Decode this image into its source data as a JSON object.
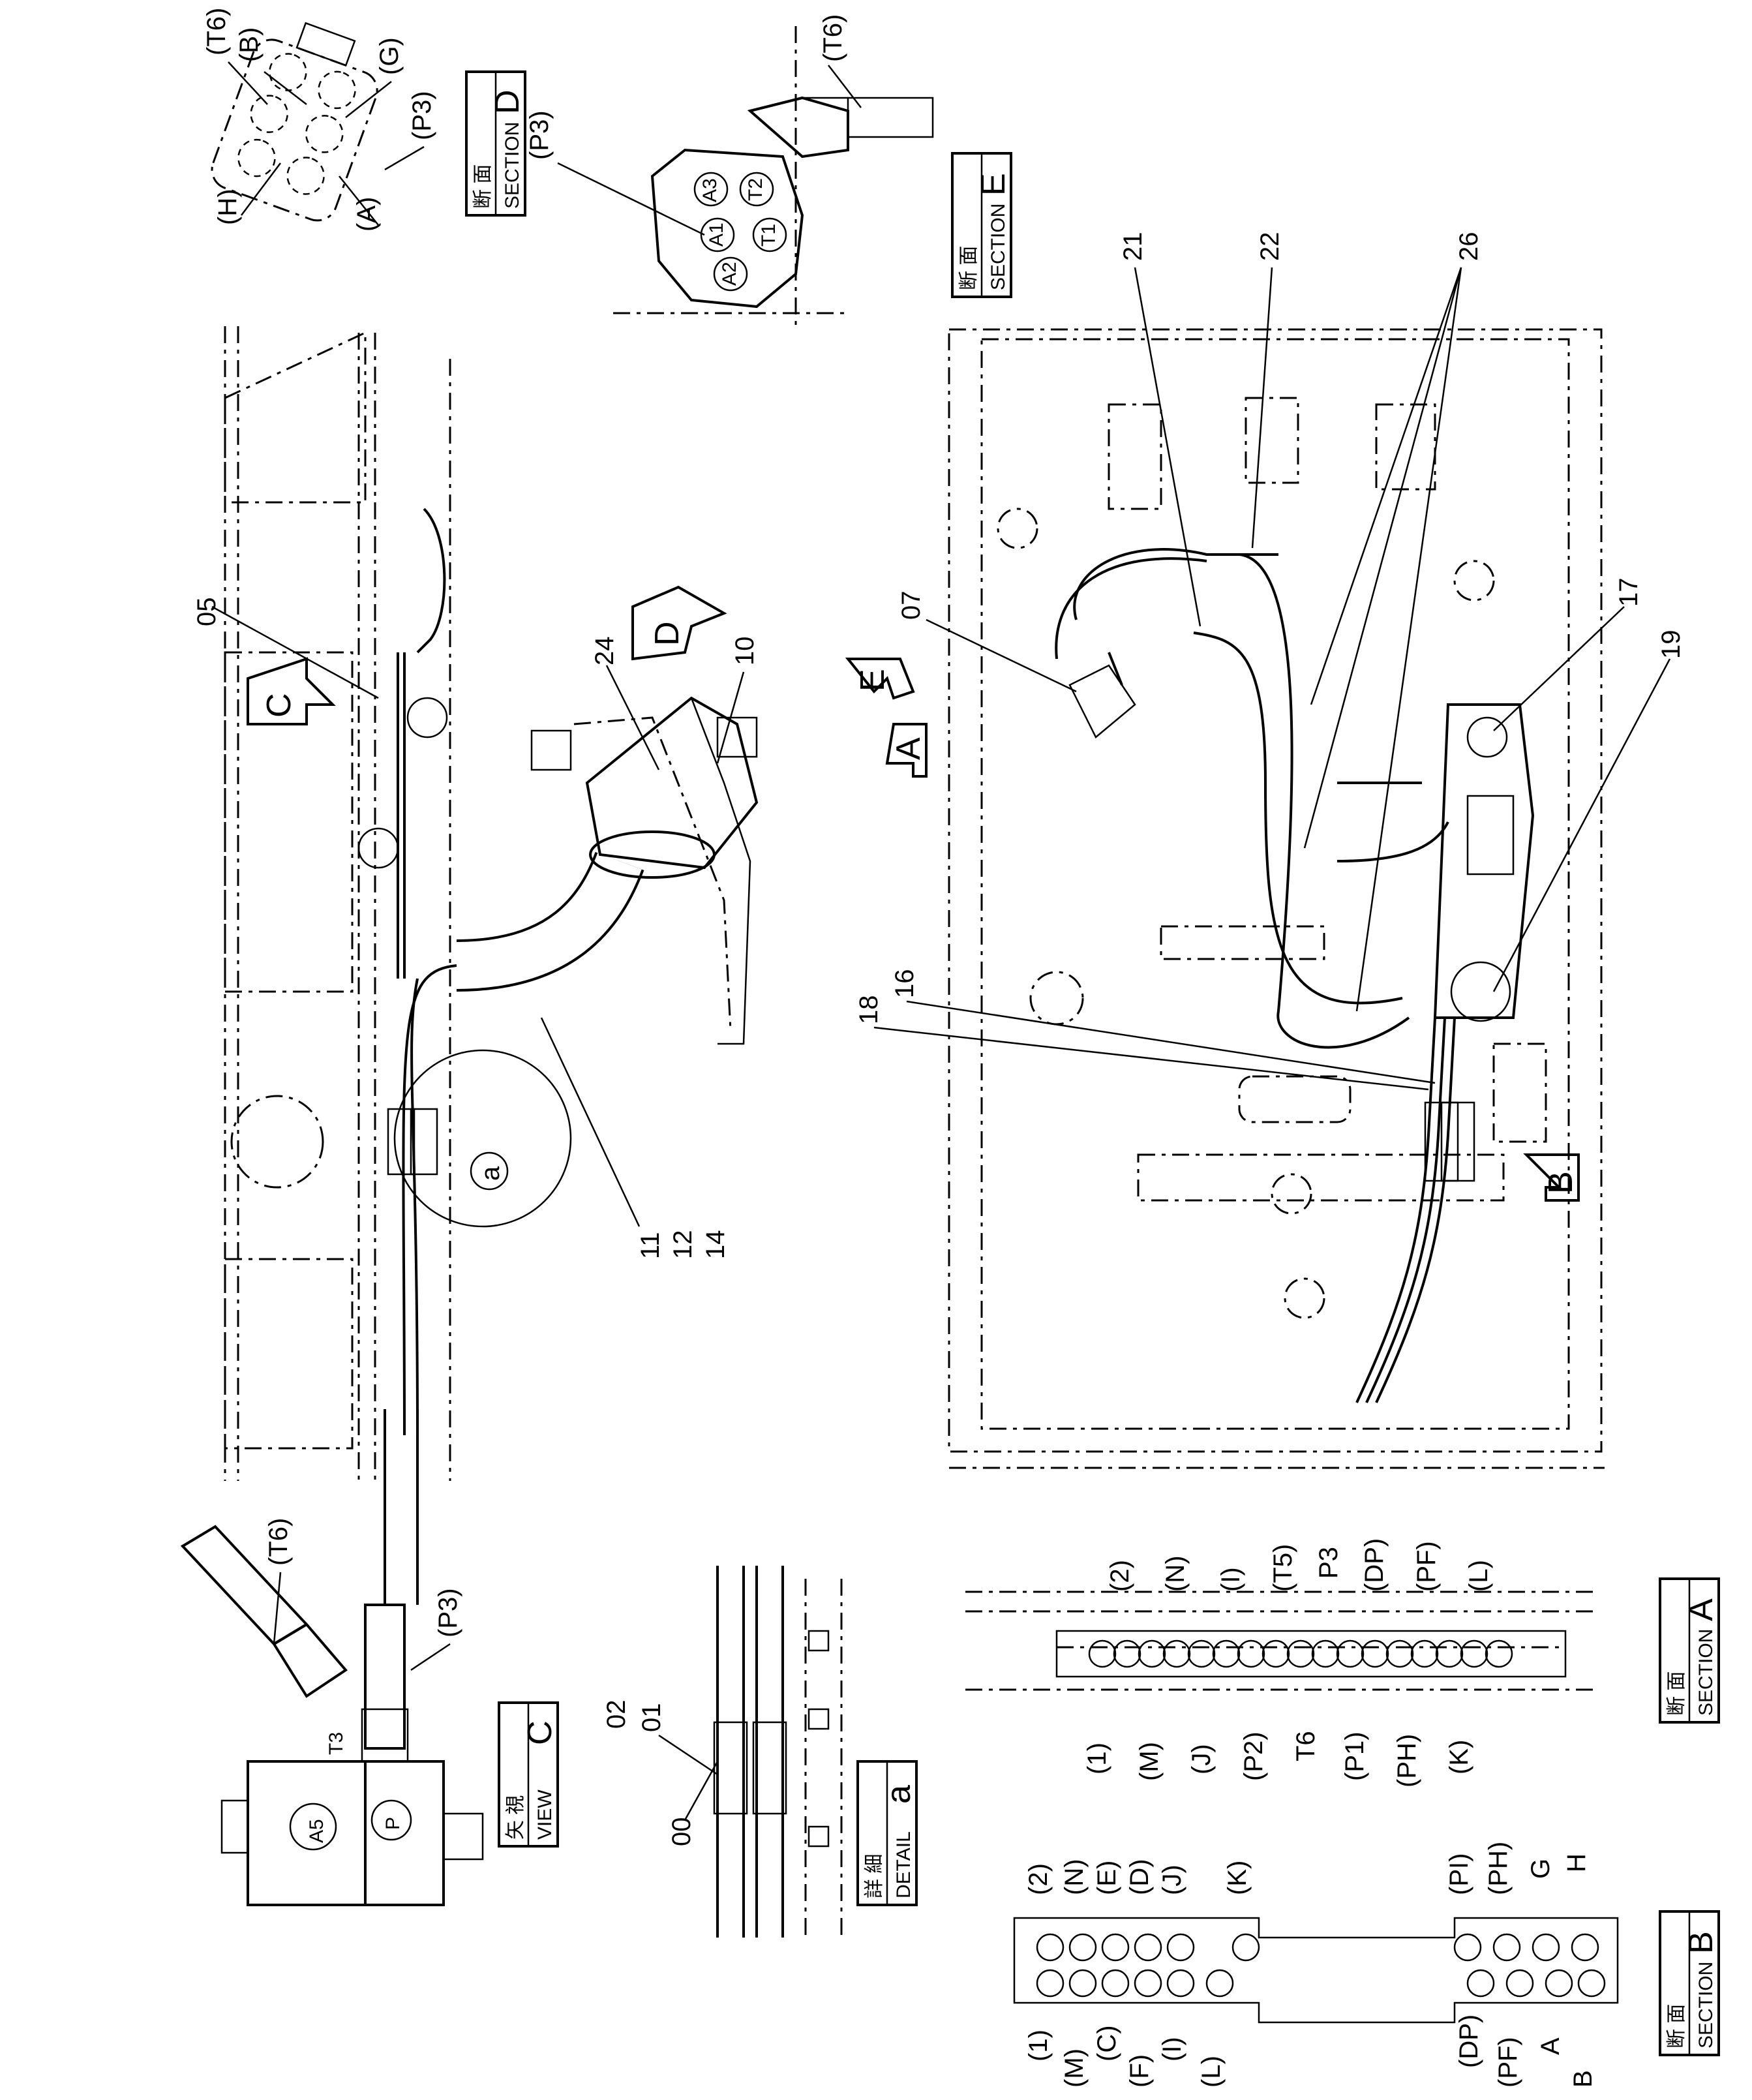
{
  "section_d": {
    "title_jp": "断 面",
    "title_en": "SECTION",
    "letter": "D",
    "ports": [
      "(T6)",
      "(B)",
      "(G)",
      "(P3)",
      "(H)",
      "(A)"
    ]
  },
  "section_e": {
    "title_jp": "断 面",
    "title_en": "SECTION",
    "letter": "E",
    "ports": [
      "(T6)",
      "(P3)"
    ],
    "valve_marks": [
      "A3",
      "A1",
      "A2",
      "T2",
      "T1"
    ]
  },
  "view_c": {
    "title_jp": "矢 視",
    "title_en": "VIEW",
    "letter": "C",
    "ports": [
      "(T6)",
      "(P3)"
    ],
    "valve_marks": [
      "T3",
      "A5",
      "P"
    ]
  },
  "detail_a": {
    "title_jp": "詳 細",
    "title_en": "DETAIL",
    "letter": "a",
    "refs": [
      "02",
      "01",
      "00"
    ]
  },
  "section_a": {
    "title_jp": "断 面",
    "title_en": "SECTION",
    "letter": "A",
    "top_labels": [
      "(2)",
      "(N)",
      "(I)",
      "(T5)",
      "P3",
      "(DP)",
      "(PF)",
      "(L)"
    ],
    "bottom_labels": [
      "(1)",
      "(M)",
      "(J)",
      "(P2)",
      "T6",
      "(P1)",
      "(PH)",
      "(K)"
    ]
  },
  "section_b": {
    "title_jp": "断 面",
    "title_en": "SECTION",
    "letter": "B",
    "top_labels": [
      "(2)",
      "(N)",
      "(E)",
      "(D)",
      "(J)",
      "(K)",
      "(PI)",
      "(PH)",
      "G",
      "H"
    ],
    "bottom_labels": [
      "(1)",
      "(M)",
      "(C)",
      "(F)",
      "(I)",
      "(L)",
      "(DP)",
      "(PF)",
      "A",
      "B"
    ]
  },
  "left_view": {
    "part_refs": [
      "05",
      "24",
      "10"
    ],
    "hose_ref": [
      "11",
      "12",
      "14"
    ],
    "detail_marker": "a",
    "arrow_labels": [
      "C",
      "D"
    ]
  },
  "right_view": {
    "part_refs": [
      "21",
      "22",
      "26",
      "07",
      "17",
      "19",
      "16",
      "18"
    ],
    "arrow_labels": [
      "E",
      "A",
      "B"
    ]
  }
}
